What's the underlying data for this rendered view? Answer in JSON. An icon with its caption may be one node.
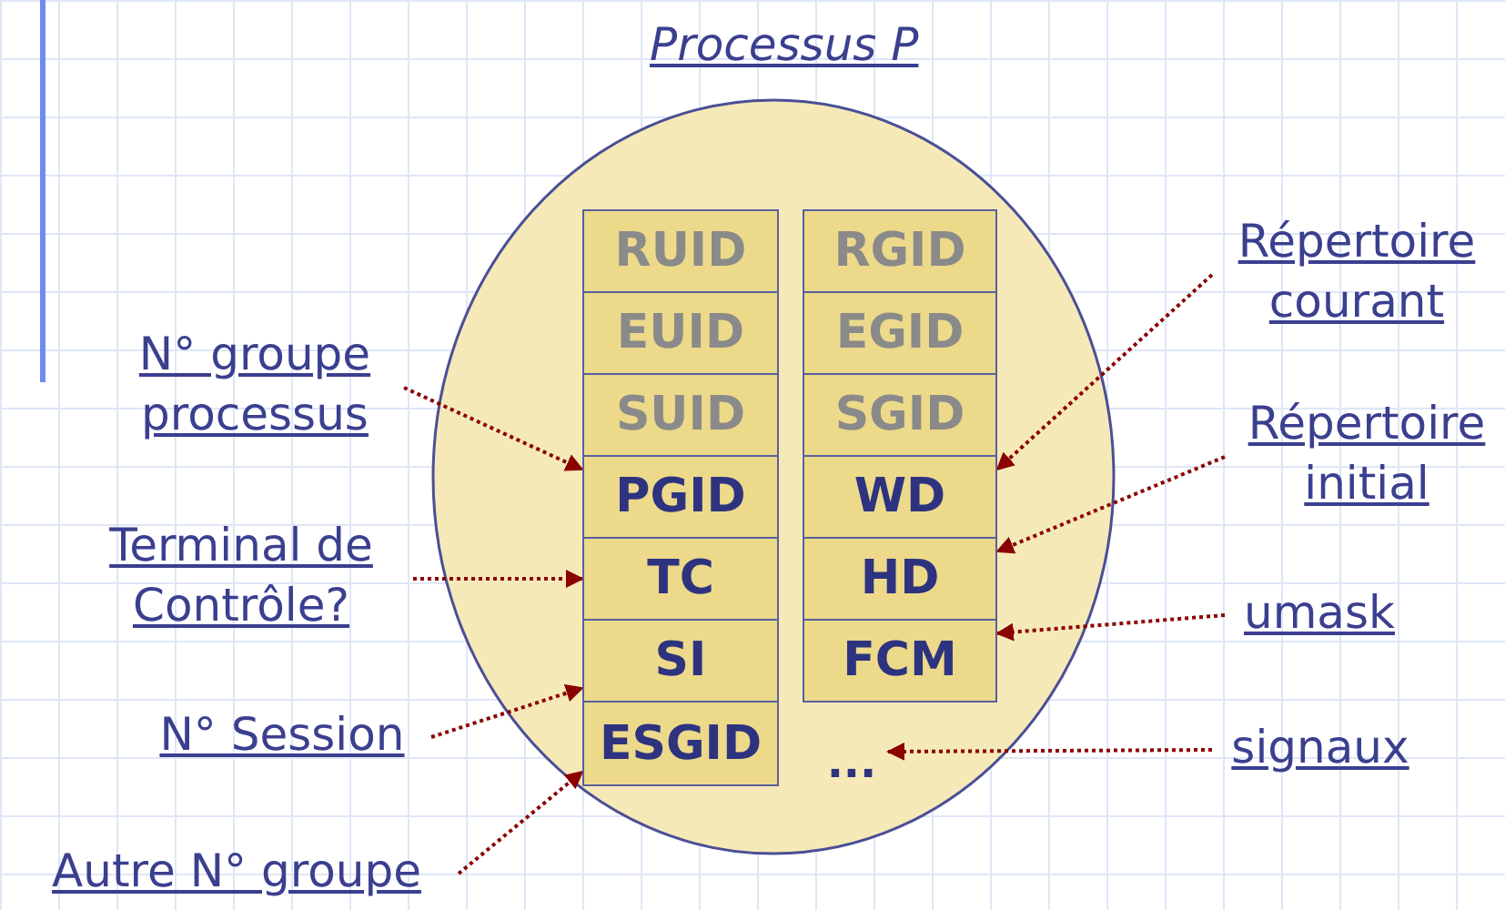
{
  "diagram": {
    "nodes": [
      {
        "text": [
          "Processus P"
        ]
      },
      {
        "text": [
          "RUID"
        ],
        "in": 0
      },
      {
        "text": [
          "EUID"
        ],
        "in": 0
      },
      {
        "text": [
          "SUID"
        ],
        "in": 0
      },
      {
        "text": [
          "PGID"
        ],
        "in": 0
      },
      {
        "text": [
          "TC"
        ],
        "in": 0
      },
      {
        "text": [
          "SI"
        ],
        "in": 0
      },
      {
        "text": [
          "ESGID"
        ],
        "in": 0
      },
      {
        "text": [
          "RGID"
        ],
        "in": 0
      },
      {
        "text": [
          "EGID"
        ],
        "in": 0
      },
      {
        "text": [
          "SGID"
        ],
        "in": 0
      },
      {
        "text": [
          "WD"
        ],
        "in": 0
      },
      {
        "text": [
          "HD"
        ],
        "in": 0
      },
      {
        "text": [
          "FCM"
        ],
        "in": 0
      },
      {
        "text": [
          "..."
        ],
        "in": 0
      },
      {
        "text": [
          "N° groupe processus"
        ]
      },
      {
        "text": [
          "Terminal de Contrôle?"
        ]
      },
      {
        "text": [
          "N° Session"
        ]
      },
      {
        "text": [
          "Autre N° groupe"
        ]
      },
      {
        "text": [
          "Répertoire courant"
        ]
      },
      {
        "text": [
          "Répertoire initial"
        ]
      },
      {
        "text": [
          "umask"
        ]
      },
      {
        "text": [
          "signaux"
        ]
      }
    ],
    "edges": [
      {
        "from": 15,
        "to": 4,
        "arrow": "to"
      },
      {
        "from": 16,
        "to": 5,
        "arrow": "to"
      },
      {
        "from": 17,
        "to": 6,
        "arrow": "to"
      },
      {
        "from": 18,
        "to": 7,
        "arrow": "to"
      },
      {
        "from": 19,
        "to": 11,
        "arrow": "to"
      },
      {
        "from": 20,
        "to": 12,
        "arrow": "to"
      },
      {
        "from": 21,
        "to": 13,
        "arrow": "to"
      },
      {
        "from": 22,
        "to": 14,
        "arrow": "to"
      }
    ]
  }
}
